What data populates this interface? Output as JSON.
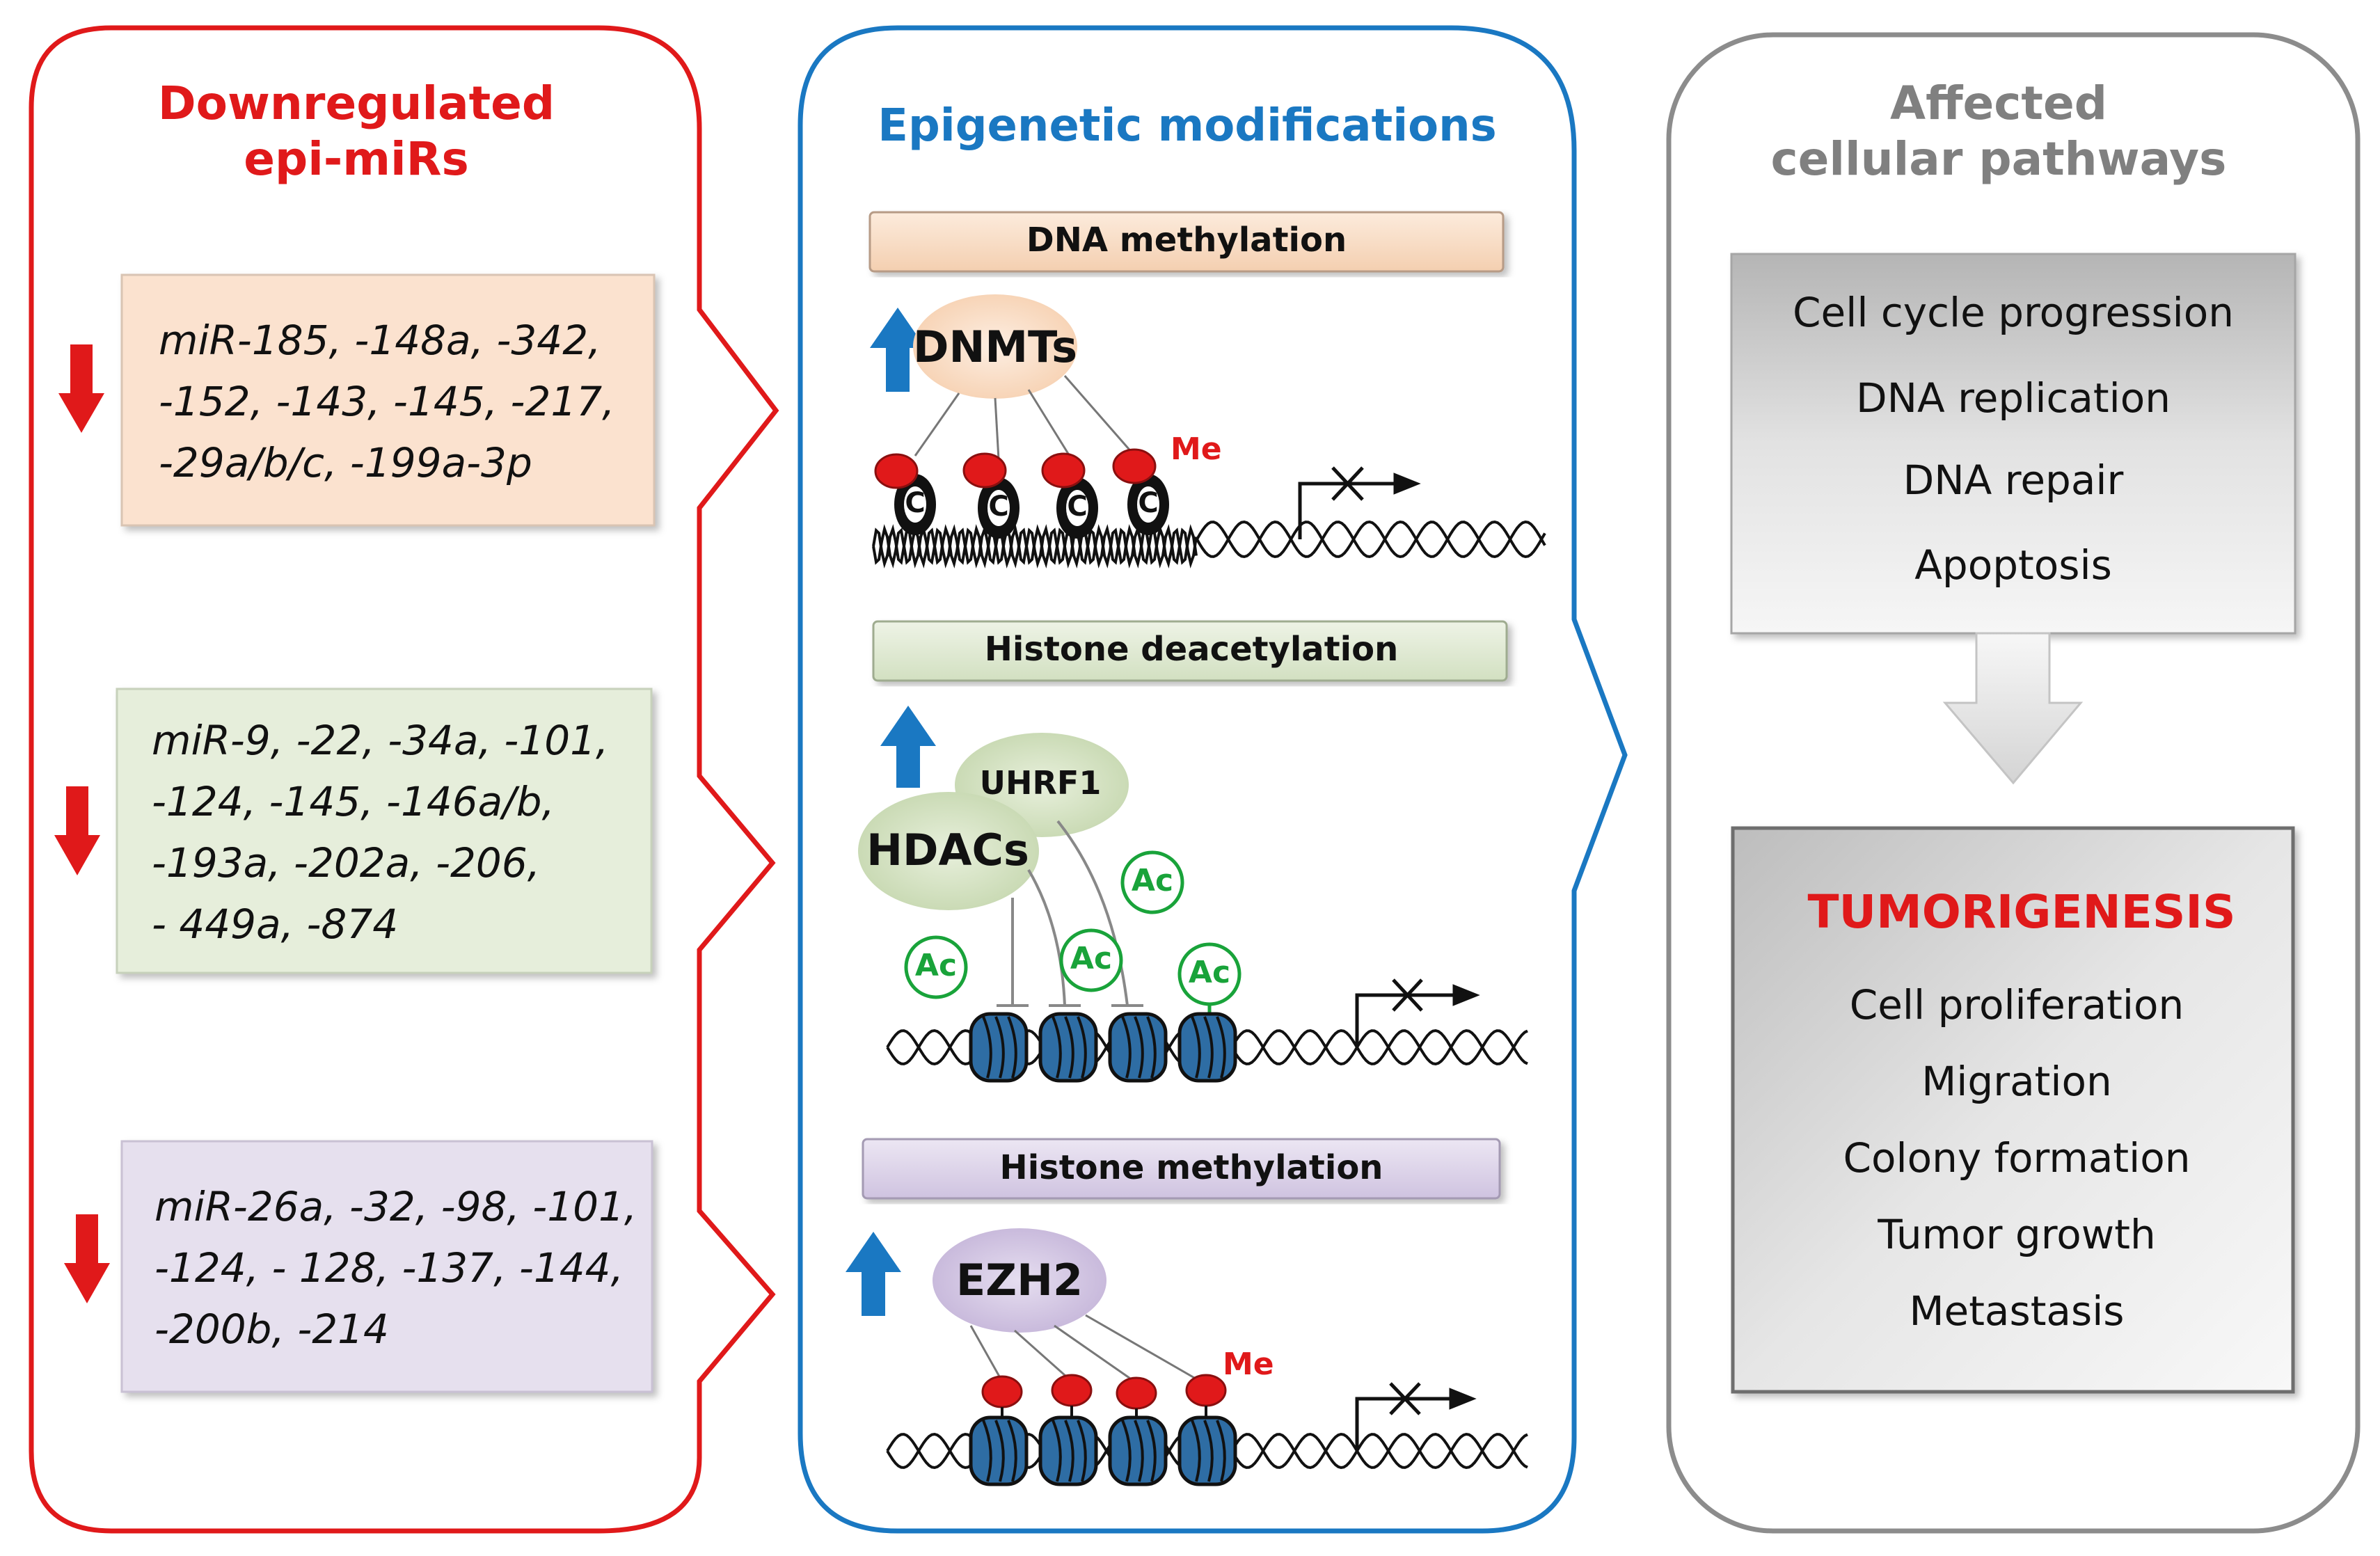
{
  "panels": {
    "left": {
      "title": [
        "Downregulated",
        "epi-miRs"
      ],
      "title_color": "#e0191a",
      "groups": [
        {
          "lines": [
            "miR-185, -148a, -342,",
            "-152, -143, -145, -217,",
            "-29a/b/c, -199a-3p"
          ],
          "fill": "#fbe2cf"
        },
        {
          "lines": [
            "miR-9, -22, -34a, -101,",
            "-124, -145, -146a/b,",
            "-193a, -202a, -206,",
            "- 449a, -874"
          ],
          "fill": "#e6eedb"
        },
        {
          "lines": [
            "miR-26a, -32, -98, -101,",
            "-124, - 128, -137, -144,",
            "-200b, -214"
          ],
          "fill": "#e6e0ee"
        }
      ]
    },
    "middle": {
      "title": "Epigenetic modifications",
      "title_color": "#1a78c2",
      "sections": [
        {
          "band": "DNA methylation",
          "enzyme": "DNMTs",
          "mark": "Me",
          "base": "C"
        },
        {
          "band": "Histone deacetylation",
          "enzymes": [
            "UHRF1",
            "HDACs"
          ],
          "mark": "Ac"
        },
        {
          "band": "Histone methylation",
          "enzyme": "EZH2",
          "mark": "Me"
        }
      ]
    },
    "right": {
      "title": [
        "Affected",
        "cellular pathways"
      ],
      "title_color": "#808080",
      "pathways": [
        "Cell cycle progression",
        "DNA replication",
        "DNA repair",
        "Apoptosis"
      ],
      "outcome_title": "TUMORIGENESIS",
      "outcomes": [
        "Cell proliferation",
        "Migration",
        "Colony formation",
        "Tumor growth",
        "Metastasis"
      ]
    }
  },
  "colors": {
    "red": "#e0191a",
    "blue": "#1a78c2",
    "green": "#19a33a",
    "gray": "#808080",
    "nucleosome": "#2e6da4"
  }
}
